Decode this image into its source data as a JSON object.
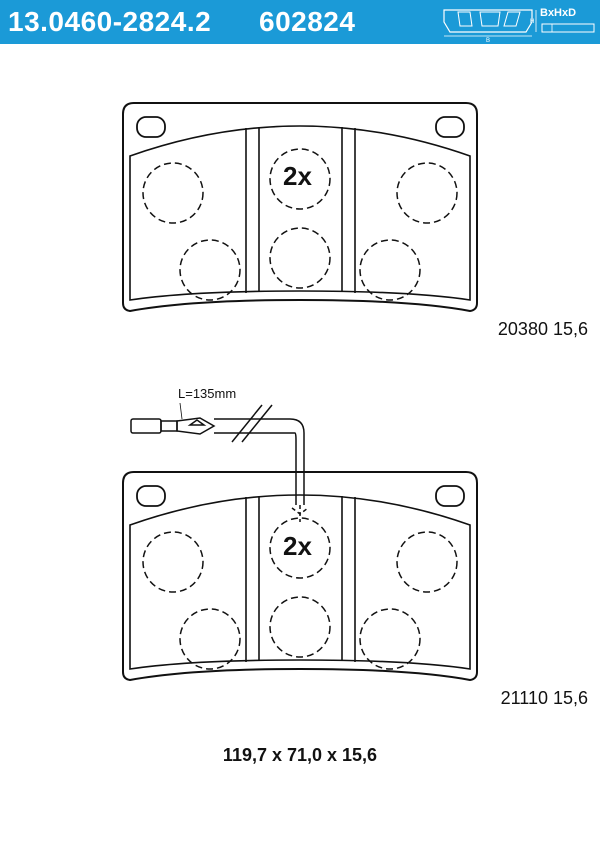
{
  "header": {
    "part_number": "13.0460-2824.2",
    "ref_number": "602824",
    "dim_icon_label": "BxHxD",
    "dim_icon_b": "B",
    "dim_icon_h": "H"
  },
  "pad_top": {
    "count": "2x",
    "caption": "20380 15,6"
  },
  "pad_bottom": {
    "count": "2x",
    "caption": "21110 15,6",
    "sensor_label": "L=135mm"
  },
  "dimensions": "119,7 x 71,0 x 15,6",
  "colors": {
    "header_bg": "#1b9ad7",
    "header_text": "#ffffff",
    "line": "#111111"
  }
}
